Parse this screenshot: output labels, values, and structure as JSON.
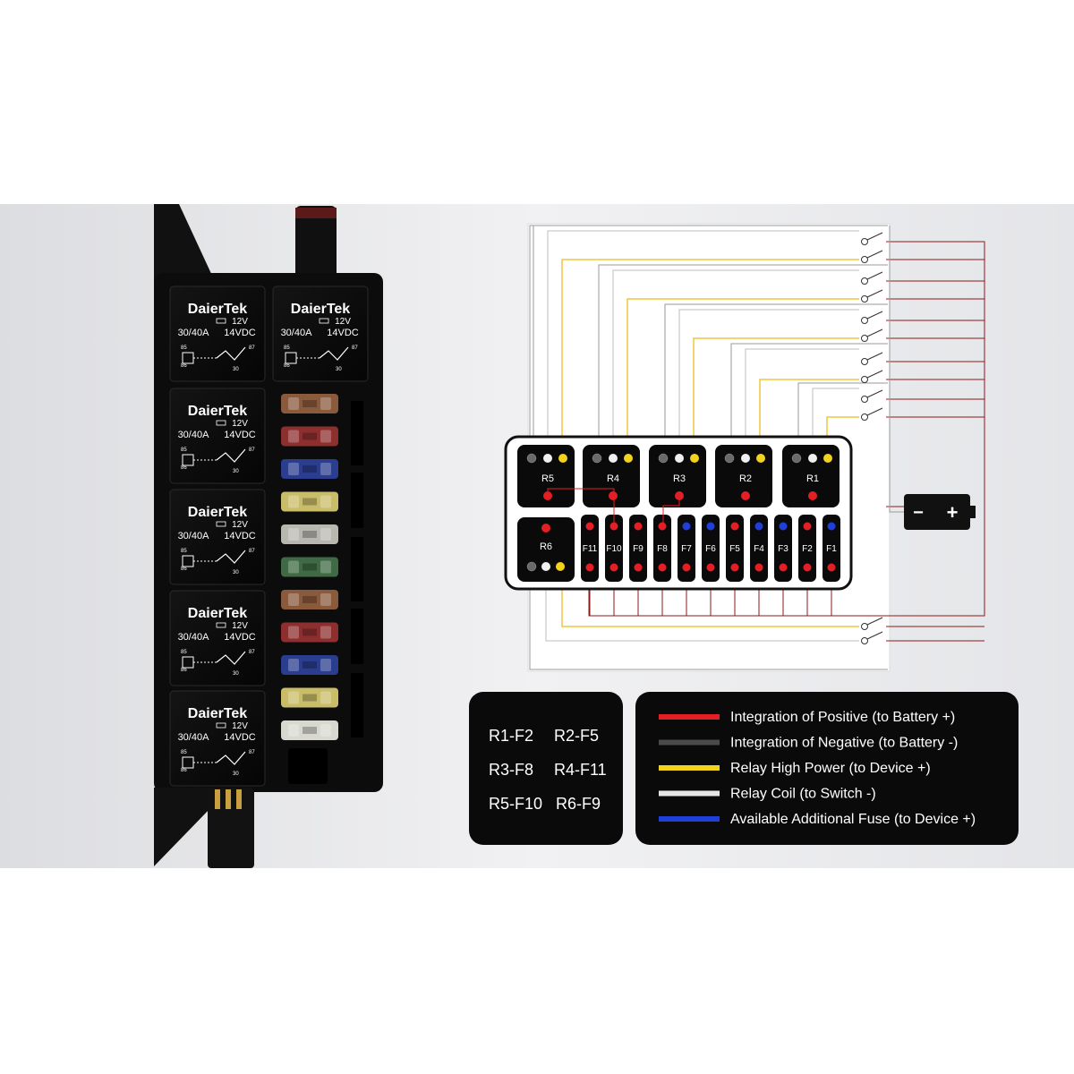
{
  "brand": "DaierTek",
  "relay_spec": {
    "voltage": "12V",
    "current": "30/40A",
    "vdc": "14VDC",
    "pin_85": "85",
    "pin_86": "86",
    "pin_87": "87",
    "pin_30": "30"
  },
  "fuse_colors": [
    "#8a5a3c",
    "#8e2f2f",
    "#2a3d8f",
    "#c9bd6a",
    "#b8b8b0",
    "#3f6a45",
    "#8a5a3c",
    "#8e2f2f",
    "#2a3d8f",
    "#c9bd6a",
    "#d8d8d0"
  ],
  "diagram": {
    "relays_top": [
      "R5",
      "R4",
      "R3",
      "R2",
      "R1"
    ],
    "relay_bottom": "R6",
    "fuses": [
      "F11",
      "F10",
      "F9",
      "F8",
      "F7",
      "F6",
      "F5",
      "F4",
      "F3",
      "F2",
      "F1"
    ],
    "fuse_dot_types": [
      "red",
      "red",
      "red",
      "red",
      "blue",
      "blue",
      "red",
      "blue",
      "blue",
      "red",
      "blue"
    ],
    "battery_minus": "−",
    "battery_plus": "+"
  },
  "mapping": [
    "R1-F2",
    "R2-F5",
    "R3-F8",
    "R4-F11",
    "R5-F10",
    "R6-F9"
  ],
  "legend": [
    {
      "color": "#e31e24",
      "label": "Integration of Positive (to Battery +)"
    },
    {
      "color": "#4a4a4a",
      "label": "Integration of Negative (to Battery -)"
    },
    {
      "color": "#f2d21b",
      "label": "Relay High Power (to Device +)"
    },
    {
      "color": "#e6e6e6",
      "label": "Relay Coil (to Switch -)"
    },
    {
      "color": "#1e40d8",
      "label": "Available Additional Fuse (to Device +)"
    }
  ],
  "colors": {
    "wire_red": "#8b1a1a",
    "wire_yellow": "#f2c53d",
    "wire_gray": "#9a9a9a",
    "dot_red": "#e31e24",
    "dot_blue": "#1e40d8",
    "dot_gray": "#6a6a6a",
    "dot_white": "#f0f0f0",
    "dot_yellow": "#f2d21b"
  }
}
